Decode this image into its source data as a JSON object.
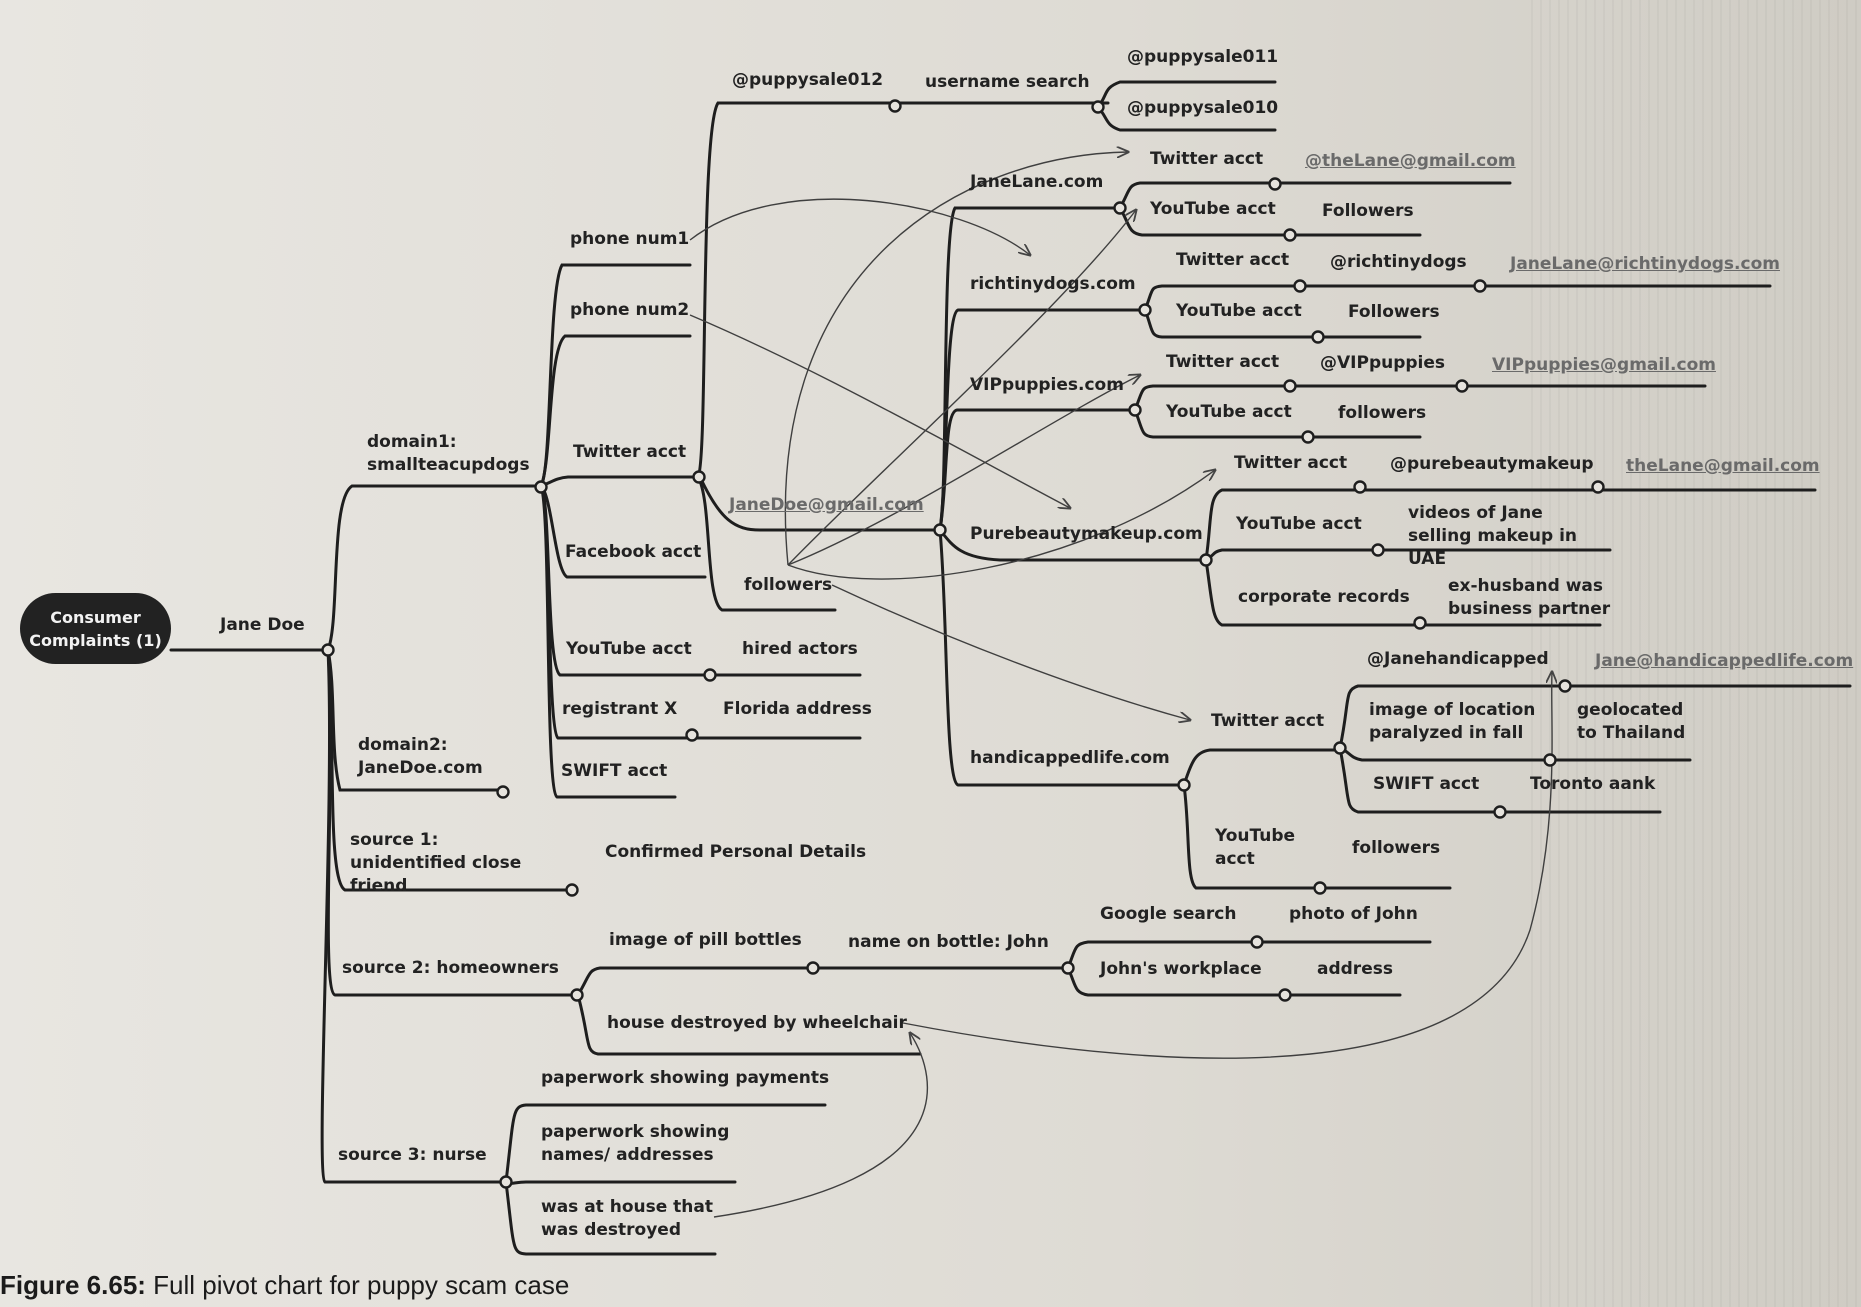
{
  "caption": {
    "figure": "Figure 6.65:",
    "text": "Full pivot chart for puppy scam case"
  },
  "root": {
    "label": "Consumer Complaints (1)"
  },
  "nodes": {
    "jane_doe": "Jane Doe",
    "domain1": "domain1: smallteacupdogs",
    "domain2": "domain2: JaneDoe.com",
    "source1": "source 1: unidentified close friend",
    "source2": "source 2: homeowners",
    "source3": "source 3: nurse",
    "phone1": "phone num1",
    "phone2": "phone num2",
    "twitter_acct": "Twitter acct",
    "facebook_acct": "Facebook acct",
    "youtube_acct": "YouTube acct",
    "hired_actors": "hired actors",
    "registrant": "registrant X",
    "florida": "Florida address",
    "swift": "SWIFT acct",
    "puppysale012": "@puppysale012",
    "username_search": "username search",
    "puppysale011": "@puppysale011",
    "puppysale010": "@puppysale010",
    "janedoe_email": "JaneDoe@gmail.com",
    "followers": "followers",
    "janelane": "JaneLane.com",
    "jl_twitter": "Twitter acct",
    "jl_email": "@theLane@gmail.com",
    "jl_youtube": "YouTube acct",
    "jl_followers": "Followers",
    "richtiny": "richtinydogs.com",
    "rt_twitter": "Twitter acct",
    "rt_handle": "@richtinydogs",
    "rt_email": "JaneLane@richtinydogs.com",
    "rt_youtube": "YouTube acct",
    "rt_followers": "Followers",
    "vip": "VIPpuppies.com",
    "vip_twitter": "Twitter acct",
    "vip_handle": "@VIPpuppies",
    "vip_email": "VIPpuppies@gmail.com",
    "vip_youtube": "YouTube acct",
    "vip_followers": "followers",
    "pure": "Purebeautymakeup.com",
    "pb_twitter": "Twitter acct",
    "pb_handle": "@purebeautymakeup",
    "pb_email": "theLane@gmail.com",
    "pb_youtube": "YouTube acct",
    "pb_videos": "videos of Jane selling makeup in UAE",
    "pb_corporate": "corporate records",
    "pb_husband": "ex-husband was business partner",
    "handi": "handicappedlife.com",
    "hl_twitter": "Twitter acct",
    "hl_handle": "@Janehandicapped",
    "hl_email": "Jane@handicappedlife.com",
    "hl_image": "image of location paralyzed in fall",
    "hl_geo": "geolocated to Thailand",
    "hl_swift": "SWIFT acct",
    "hl_toronto": "Toronto aank",
    "hl_youtube": "YouTube acct",
    "hl_followers": "followers",
    "confirmed": "Confirmed Personal Details",
    "pill": "image of pill bottles",
    "bottle_name": "name on bottle: John",
    "google": "Google search",
    "photo_john": "photo of John",
    "workplace": "John's workplace",
    "address": "address",
    "house": "house destroyed by wheelchair",
    "pay": "paperwork showing payments",
    "names": "paperwork showing names/ addresses",
    "was_house": "was at house that was destroyed"
  }
}
